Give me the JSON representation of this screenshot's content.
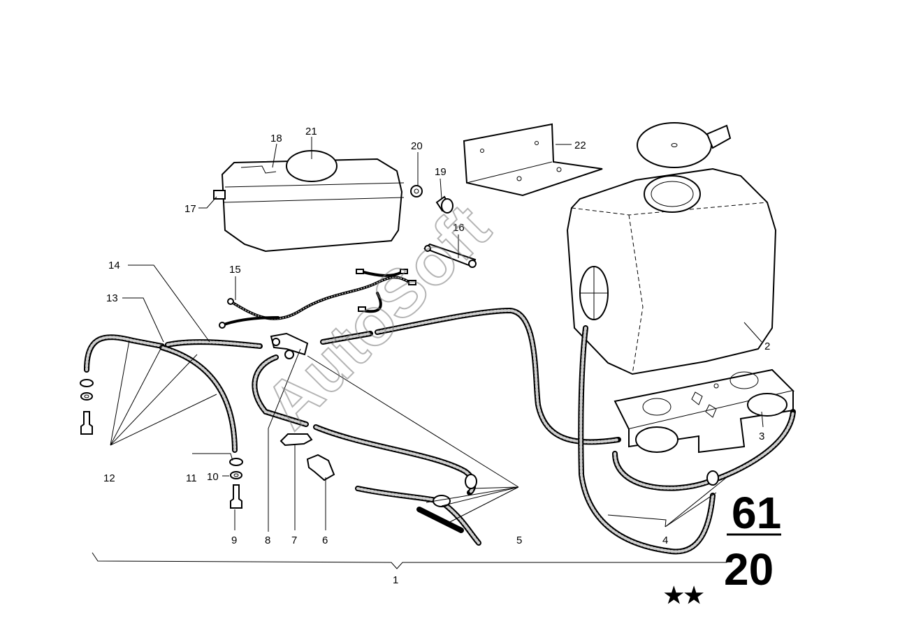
{
  "watermark": "AutoSoft",
  "group_number": {
    "top": "61",
    "bottom": "20"
  },
  "stars": "★★",
  "callouts": {
    "p1": "1",
    "p2": "2",
    "p3": "3",
    "p4": "4",
    "p5": "5",
    "p6": "6",
    "p7": "7",
    "p8": "8",
    "p9": "9",
    "p10": "10",
    "p11": "11",
    "p12": "12",
    "p13": "13",
    "p14": "14",
    "p15": "15",
    "p16": "16",
    "p17": "17",
    "p18": "18",
    "p19": "19",
    "p20": "20",
    "p21": "21",
    "p22": "22"
  },
  "colors": {
    "line": "#000000",
    "background": "#ffffff",
    "watermark": "#777777"
  }
}
